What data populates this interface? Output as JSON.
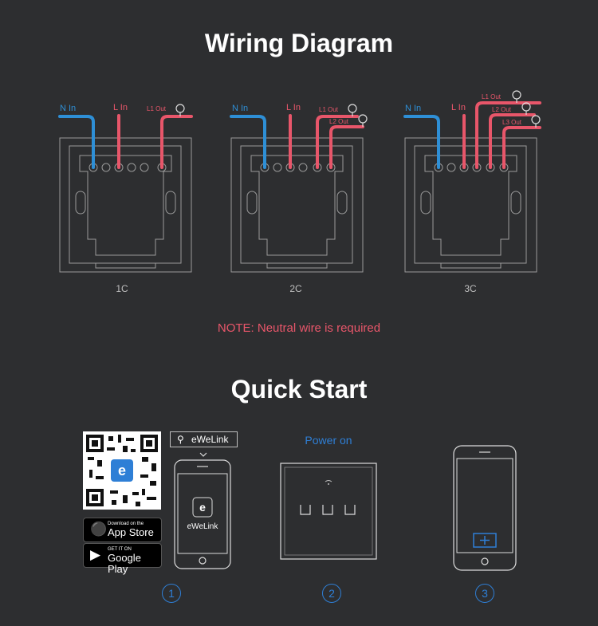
{
  "wiring_title": "Wiring Diagram",
  "quick_title": "Quick Start",
  "labels": {
    "n_in": "N In",
    "l_in": "L In",
    "l1_out": "L1 Out",
    "l2_out": "L2 Out",
    "l3_out": "L3 Out"
  },
  "diagrams": [
    {
      "caption": "1C"
    },
    {
      "caption": "2C"
    },
    {
      "caption": "3C"
    }
  ],
  "note": "NOTE: Neutral wire is required",
  "quick_start": {
    "search_label": "eWeLink",
    "app_name": "eWeLink",
    "app_store": {
      "small": "Download on the",
      "big": "App Store"
    },
    "google_play": {
      "small": "GET IT ON",
      "big": "Google Play"
    },
    "power_on": "Power on",
    "steps": [
      "1",
      "2",
      "3"
    ]
  },
  "colors": {
    "neutral": "#2e8fd6",
    "live": "#e8566a",
    "accent": "#2e7fd6",
    "background": "#2d2e30"
  }
}
